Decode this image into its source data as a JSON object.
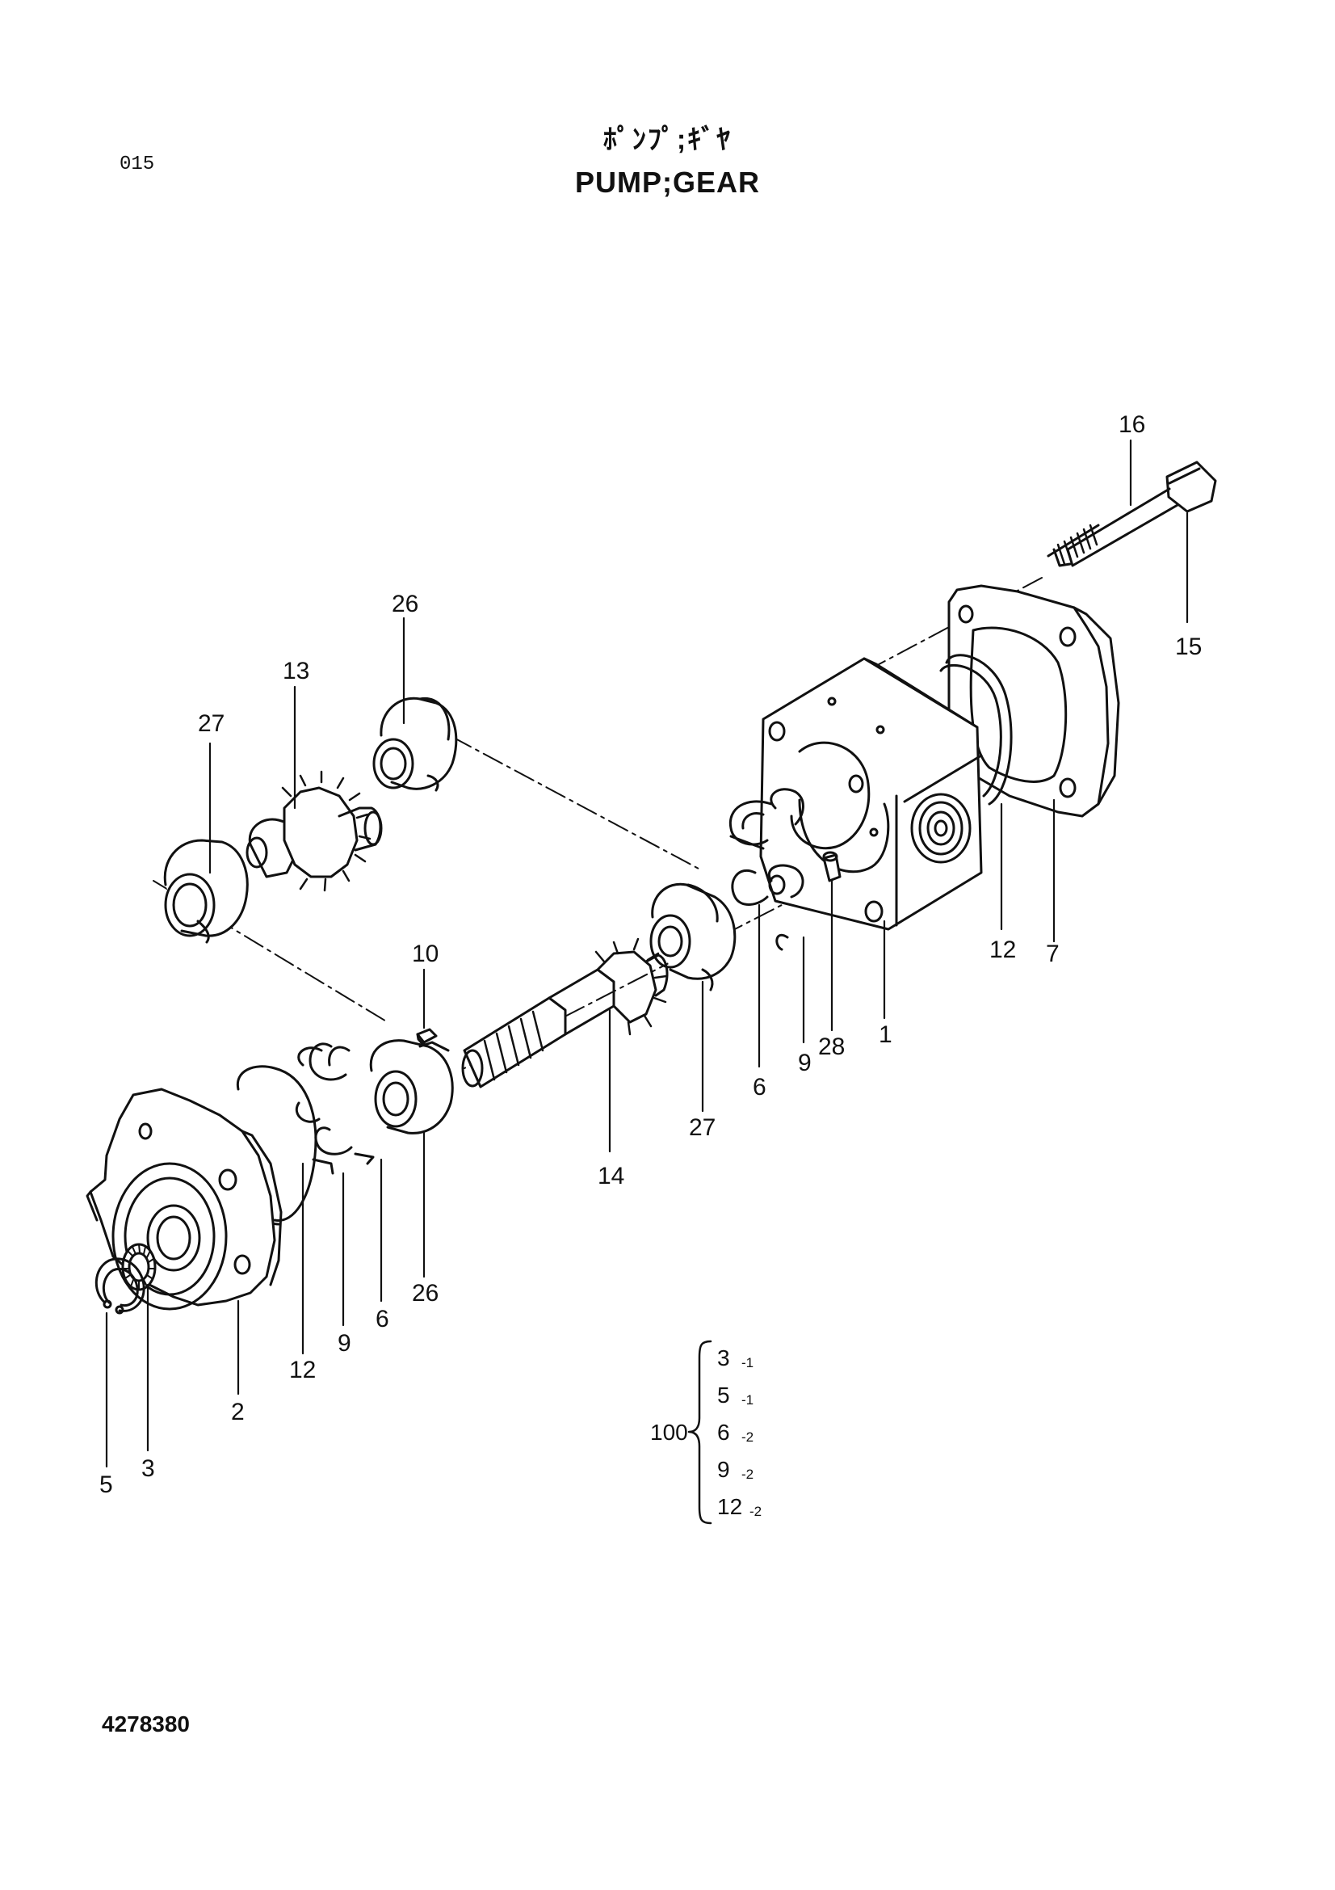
{
  "page_number": "015",
  "title_jp": "ﾎﾟﾝﾌﾟ;ｷﾞﾔ",
  "title_en": "PUMP;GEAR",
  "document_number": "4278380",
  "callouts": {
    "c16": "16",
    "c15": "15",
    "c26a": "26",
    "c13": "13",
    "c27a": "27",
    "c12a": "12",
    "c7": "7",
    "c1": "1",
    "c28": "28",
    "c9a": "9",
    "c6a": "6",
    "c27b": "27",
    "c10": "10",
    "c14": "14",
    "c26b": "26",
    "c12b": "12",
    "c9b": "9",
    "c6b": "6",
    "c2": "2",
    "c3": "3",
    "c5": "5"
  },
  "kit": {
    "label": "100",
    "items": [
      {
        "part": "3",
        "qty": "-1"
      },
      {
        "part": "5",
        "qty": "-1"
      },
      {
        "part": "6",
        "qty": "-2"
      },
      {
        "part": "9",
        "qty": "-2"
      },
      {
        "part": "12",
        "qty": "-2"
      }
    ]
  }
}
